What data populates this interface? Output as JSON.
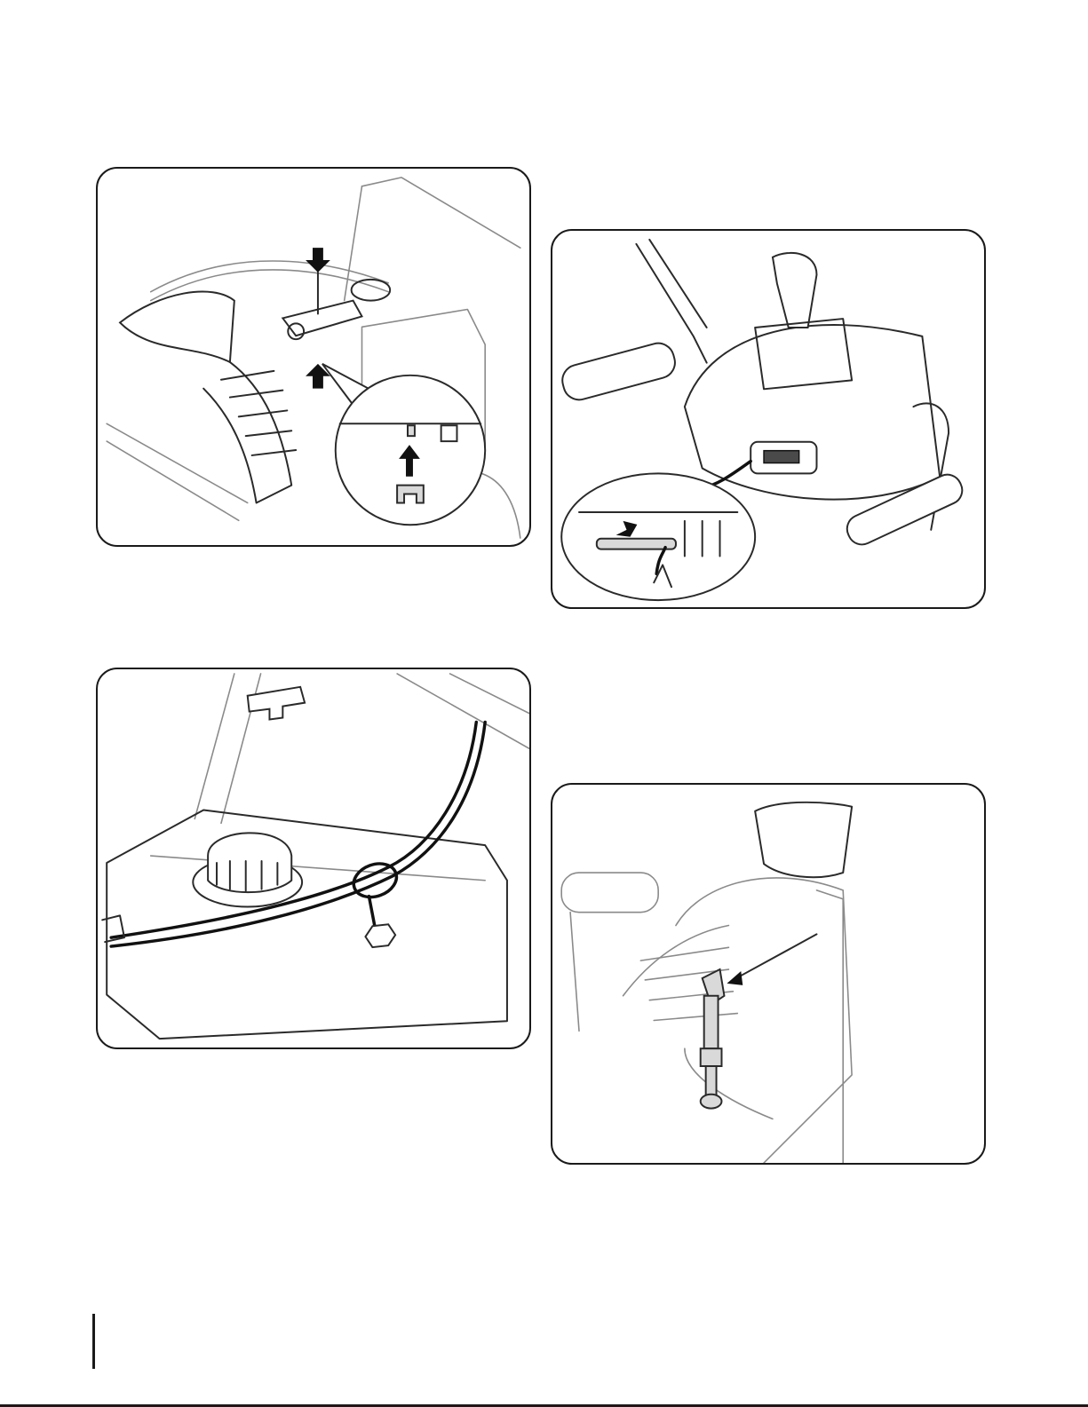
{
  "figures": [
    {
      "id": "fig-1",
      "subject": "chute-assembly-inset"
    },
    {
      "id": "fig-2",
      "subject": "control-panel-pin-inset"
    },
    {
      "id": "fig-3",
      "subject": "fuel-tank-cable-guide"
    },
    {
      "id": "fig-4",
      "subject": "chute-control-rod"
    }
  ]
}
